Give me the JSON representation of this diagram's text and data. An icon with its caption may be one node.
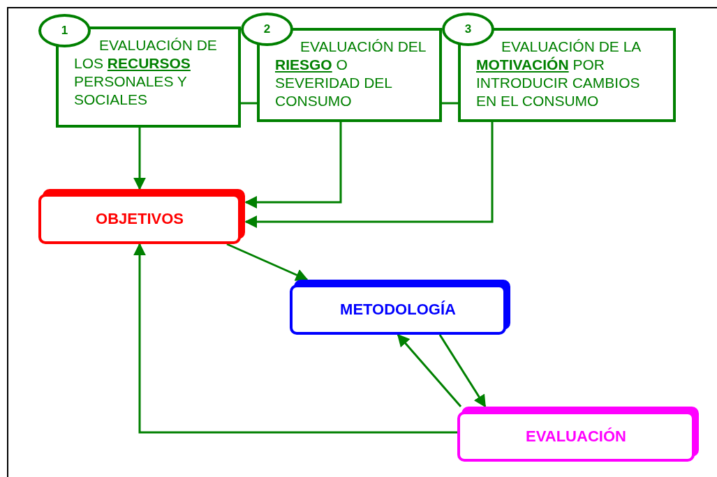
{
  "diagram": {
    "nodes": [
      {
        "text": [
          "1"
        ]
      },
      {
        "text": [
          "EVALUACIÓN DE LOS **RECURSOS** PERSONALES Y SOCIALES"
        ]
      },
      {
        "text": [
          "2"
        ]
      },
      {
        "text": [
          "EVALUACIÓN DEL **RIESGO** O SEVERIDAD DEL CONSUMO"
        ]
      },
      {
        "text": [
          "3"
        ]
      },
      {
        "text": [
          "EVALUACIÓN DE LA **MOTIVACIÓN** POR INTRODUCIR CAMBIOS EN EL CONSUMO"
        ]
      },
      {
        "text": [
          "OBJETIVOS"
        ]
      },
      {
        "text": [
          "METODOLOGÍA"
        ]
      },
      {
        "text": [
          "EVALUACIÓN"
        ]
      }
    ],
    "edges": [
      {
        "from": 1,
        "to": 3,
        "arrow": "none"
      },
      {
        "from": 3,
        "to": 5,
        "arrow": "none"
      },
      {
        "from": 1,
        "to": 6,
        "arrow": "to"
      },
      {
        "from": 3,
        "to": 6,
        "arrow": "to"
      },
      {
        "from": 5,
        "to": 6,
        "arrow": "to"
      },
      {
        "from": 6,
        "to": 7,
        "arrow": "to"
      },
      {
        "from": 8,
        "to": 7,
        "arrow": "to"
      },
      {
        "from": 7,
        "to": 8,
        "arrow": "to"
      },
      {
        "from": 8,
        "to": 6,
        "arrow": "to"
      }
    ]
  }
}
